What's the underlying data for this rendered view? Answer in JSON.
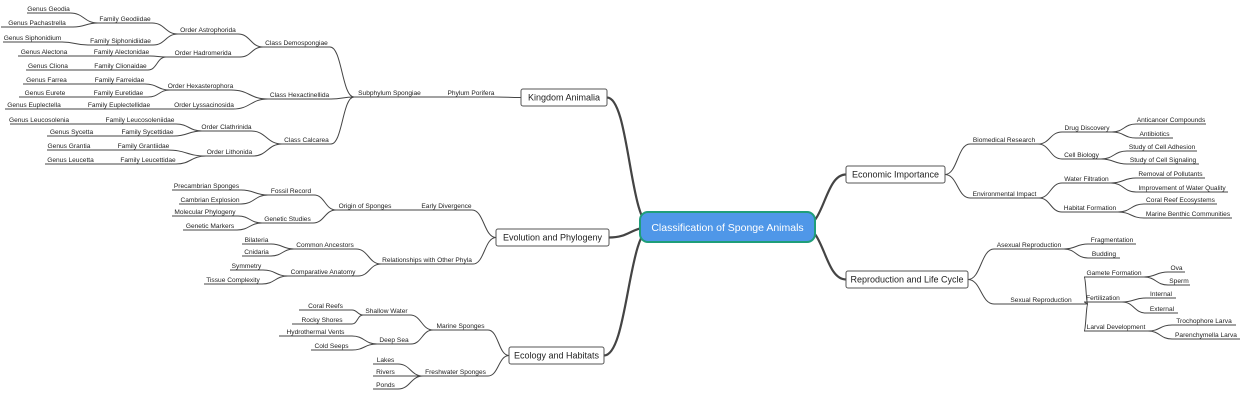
{
  "colors": {
    "root_fill": "#4f97e8",
    "root_border": "#1f9e7a",
    "edge": "#444444",
    "box_border": "#555555"
  },
  "diagram": {
    "root": "Classification of Sponge Animals",
    "branches": [
      {
        "label": "Kingdom Animalia",
        "children": [
          {
            "label": "Phylum Porifera",
            "children": [
              {
                "label": "Subphylum Spongiae",
                "children": [
                  {
                    "label": "Class Demospongiae",
                    "children": [
                      {
                        "label": "Order Astrophorida",
                        "children": [
                          {
                            "label": "Family Geodiidae",
                            "children": [
                              {
                                "label": "Genus Geodia"
                              },
                              {
                                "label": "Genus Pachastrella"
                              }
                            ]
                          },
                          {
                            "label": "Family Siphonidiidae",
                            "children": [
                              {
                                "label": "Genus Siphonidium"
                              }
                            ]
                          }
                        ]
                      },
                      {
                        "label": "Order Hadromerida",
                        "children": [
                          {
                            "label": "Family Alectonidae",
                            "children": [
                              {
                                "label": "Genus Alectona"
                              }
                            ]
                          },
                          {
                            "label": "Family Clionaidae",
                            "children": [
                              {
                                "label": "Genus Cliona"
                              }
                            ]
                          }
                        ]
                      }
                    ]
                  },
                  {
                    "label": "Class Hexactinellida",
                    "children": [
                      {
                        "label": "Order Hexasterophora",
                        "children": [
                          {
                            "label": "Family Farreidae",
                            "children": [
                              {
                                "label": "Genus Farrea"
                              }
                            ]
                          },
                          {
                            "label": "Family Euretidae",
                            "children": [
                              {
                                "label": "Genus Eurete"
                              }
                            ]
                          }
                        ]
                      },
                      {
                        "label": "Order Lyssacinosida",
                        "children": [
                          {
                            "label": "Family Euplectellidae",
                            "children": [
                              {
                                "label": "Genus Euplectella"
                              }
                            ]
                          }
                        ]
                      }
                    ]
                  },
                  {
                    "label": "Class Calcarea",
                    "children": [
                      {
                        "label": "Order Clathrinida",
                        "children": [
                          {
                            "label": "Family Leucosoleniidae",
                            "children": [
                              {
                                "label": "Genus Leucosolenia"
                              }
                            ]
                          },
                          {
                            "label": "Family Sycettidae",
                            "children": [
                              {
                                "label": "Genus Sycetta"
                              }
                            ]
                          }
                        ]
                      },
                      {
                        "label": "Order Lithonida",
                        "children": [
                          {
                            "label": "Family Grantiidae",
                            "children": [
                              {
                                "label": "Genus Grantia"
                              }
                            ]
                          },
                          {
                            "label": "Family Leucettidae",
                            "children": [
                              {
                                "label": "Genus Leucetta"
                              }
                            ]
                          }
                        ]
                      }
                    ]
                  }
                ]
              }
            ]
          }
        ]
      },
      {
        "label": "Evolution and Phylogeny",
        "children": [
          {
            "label": "Early Divergence",
            "children": [
              {
                "label": "Origin of Sponges",
                "children": [
                  {
                    "label": "Fossil Record",
                    "children": [
                      {
                        "label": "Precambrian Sponges"
                      },
                      {
                        "label": "Cambrian Explosion"
                      }
                    ]
                  },
                  {
                    "label": "Genetic Studies",
                    "children": [
                      {
                        "label": "Molecular Phylogeny"
                      },
                      {
                        "label": "Genetic Markers"
                      }
                    ]
                  }
                ]
              }
            ]
          },
          {
            "label": "Relationships with Other Phyla",
            "children": [
              {
                "label": "Common Ancestors",
                "children": [
                  {
                    "label": "Bilateria"
                  },
                  {
                    "label": "Cnidaria"
                  }
                ]
              },
              {
                "label": "Comparative Anatomy",
                "children": [
                  {
                    "label": "Symmetry"
                  },
                  {
                    "label": "Tissue Complexity"
                  }
                ]
              }
            ]
          }
        ]
      },
      {
        "label": "Ecology and Habitats",
        "children": [
          {
            "label": "Marine Sponges",
            "children": [
              {
                "label": "Shallow Water",
                "children": [
                  {
                    "label": "Coral Reefs"
                  },
                  {
                    "label": "Rocky Shores"
                  }
                ]
              },
              {
                "label": "Deep Sea",
                "children": [
                  {
                    "label": "Hydrothermal Vents"
                  },
                  {
                    "label": "Cold Seeps"
                  }
                ]
              }
            ]
          },
          {
            "label": "Freshwater Sponges",
            "children": [
              {
                "label": "Lakes"
              },
              {
                "label": "Rivers"
              },
              {
                "label": "Ponds"
              }
            ]
          }
        ]
      },
      {
        "label": "Economic Importance",
        "children": [
          {
            "label": "Biomedical Research",
            "children": [
              {
                "label": "Drug Discovery",
                "children": [
                  {
                    "label": "Anticancer Compounds"
                  },
                  {
                    "label": "Antibiotics"
                  }
                ]
              },
              {
                "label": "Cell Biology",
                "children": [
                  {
                    "label": "Study of Cell Adhesion"
                  },
                  {
                    "label": "Study of Cell Signaling"
                  }
                ]
              }
            ]
          },
          {
            "label": "Environmental Impact",
            "children": [
              {
                "label": "Water Filtration",
                "children": [
                  {
                    "label": "Removal of Pollutants"
                  },
                  {
                    "label": "Improvement of Water Quality"
                  }
                ]
              },
              {
                "label": "Habitat Formation",
                "children": [
                  {
                    "label": "Coral Reef Ecosystems"
                  },
                  {
                    "label": "Marine Benthic Communities"
                  }
                ]
              }
            ]
          }
        ]
      },
      {
        "label": "Reproduction and Life Cycle",
        "children": [
          {
            "label": "Asexual Reproduction",
            "children": [
              {
                "label": "Fragmentation"
              },
              {
                "label": "Budding"
              }
            ]
          },
          {
            "label": "Sexual Reproduction",
            "children": [
              {
                "label": "Gamete Formation",
                "children": [
                  {
                    "label": "Ova"
                  },
                  {
                    "label": "Sperm"
                  }
                ]
              },
              {
                "label": "Fertilization",
                "children": [
                  {
                    "label": "Internal"
                  },
                  {
                    "label": "External"
                  }
                ]
              },
              {
                "label": "Larval Development",
                "children": [
                  {
                    "label": "Trochophore Larva"
                  },
                  {
                    "label": "Parenchymella Larva"
                  }
                ]
              }
            ]
          }
        ]
      }
    ]
  }
}
